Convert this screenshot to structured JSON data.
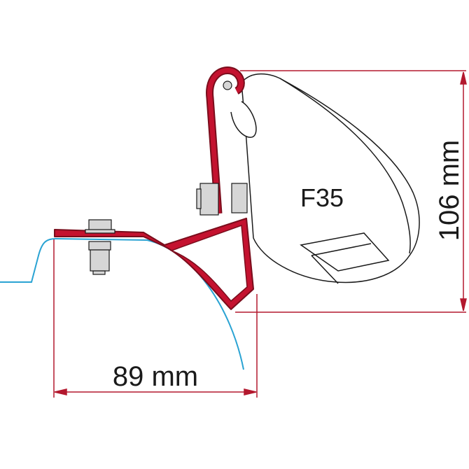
{
  "diagram": {
    "model_label": "F35",
    "width_dimension": "89 mm",
    "height_dimension": "106 mm",
    "colors": {
      "bracket": "#c4122f",
      "bracket_outline": "#7a0d1c",
      "dimension_lines": "#b3182e",
      "vehicle_roof": "#2aa3d3",
      "hardware": "#d6d6d6",
      "outline": "#1a1a1a"
    }
  }
}
